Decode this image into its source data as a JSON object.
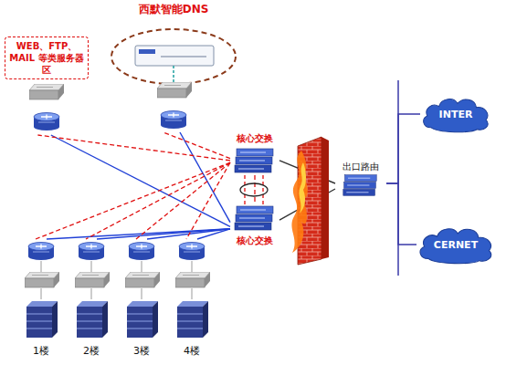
{
  "diagram": {
    "nodes": [
      {
        "text": [
          "WEB、FTP、MAIL 等类服务器区"
        ]
      },
      {
        "text": [
          "西默智能DNS"
        ]
      },
      {
        "text": [
          "核心交换"
        ]
      },
      {
        "text": [
          "核心交换"
        ]
      },
      {
        "text": [
          "出口路由"
        ]
      },
      {
        "text": [
          "INTER"
        ]
      },
      {
        "text": [
          "CERNET"
        ]
      },
      {
        "text": [
          "1楼"
        ]
      },
      {
        "text": [
          "2楼"
        ]
      },
      {
        "text": [
          "3楼"
        ]
      },
      {
        "text": [
          "4楼"
        ]
      }
    ],
    "edges": [
      {
        "from": 3,
        "to": 0,
        "arrow": "none"
      },
      {
        "from": 3,
        "to": 1,
        "arrow": "none"
      },
      {
        "from": 3,
        "to": 7,
        "arrow": "none"
      },
      {
        "from": 3,
        "to": 8,
        "arrow": "none"
      },
      {
        "from": 3,
        "to": 9,
        "arrow": "none"
      },
      {
        "from": 3,
        "to": 10,
        "arrow": "none"
      },
      {
        "from": 2,
        "to": 0,
        "arrow": "none"
      },
      {
        "from": 2,
        "to": 1,
        "arrow": "none"
      },
      {
        "from": 2,
        "to": 7,
        "arrow": "none"
      },
      {
        "from": 2,
        "to": 8,
        "arrow": "none"
      },
      {
        "from": 2,
        "to": 9,
        "arrow": "none"
      },
      {
        "from": 2,
        "to": 10,
        "arrow": "none"
      },
      {
        "from": 2,
        "to": 3,
        "arrow": "none"
      },
      {
        "from": 2,
        "to": 4,
        "arrow": "none"
      },
      {
        "from": 3,
        "to": 4,
        "arrow": "none"
      },
      {
        "from": 4,
        "to": 5,
        "arrow": "none"
      },
      {
        "from": 4,
        "to": 6,
        "arrow": "none"
      }
    ]
  }
}
